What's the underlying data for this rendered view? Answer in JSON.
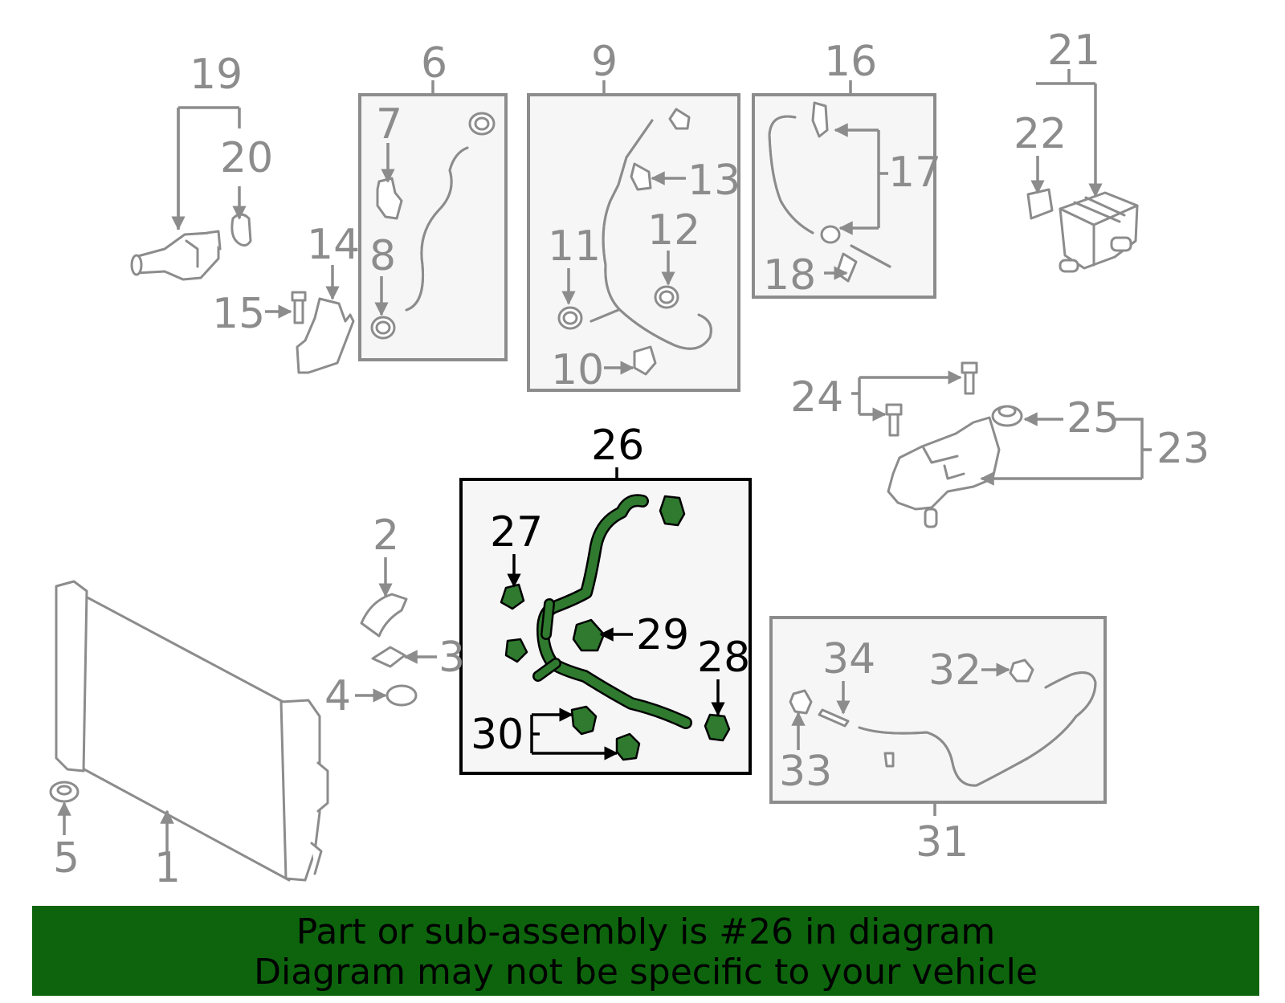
{
  "callouts": {
    "c1": "1",
    "c2": "2",
    "c3": "3",
    "c4": "4",
    "c5": "5",
    "c6": "6",
    "c7": "7",
    "c8": "8",
    "c9": "9",
    "c10": "10",
    "c11": "11",
    "c12": "12",
    "c13": "13",
    "c14": "14",
    "c15": "15",
    "c16": "16",
    "c17": "17",
    "c18": "18",
    "c19": "19",
    "c20": "20",
    "c21": "21",
    "c22": "22",
    "c23": "23",
    "c24": "24",
    "c25": "25",
    "c26": "26",
    "c27": "27",
    "c28": "28",
    "c29": "29",
    "c30": "30",
    "c31": "31",
    "c32": "32",
    "c33": "33",
    "c34": "34"
  },
  "highlighted_part": "26",
  "colors": {
    "highlight_green": "#2f7a2f",
    "banner_green": "#0d640d",
    "line_gray": "#8c8c8c"
  },
  "banner": {
    "line1": "Part or sub-assembly is #26 in diagram",
    "line2": "Diagram may not be specific to your vehicle"
  }
}
